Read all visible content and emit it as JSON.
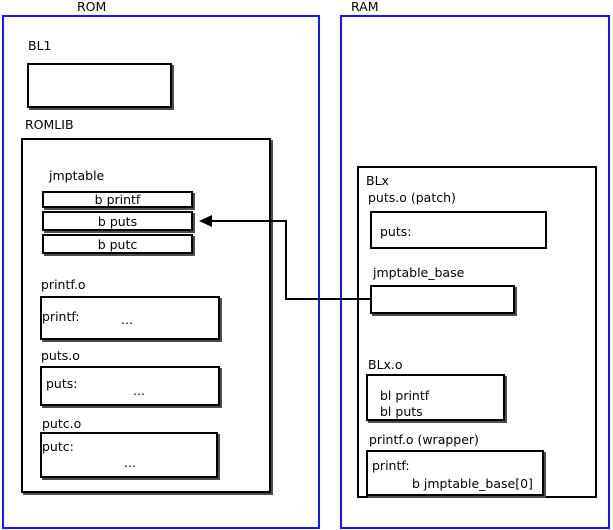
{
  "diagram": {
    "title_rom": "ROM",
    "title_ram": "RAM",
    "colors": {
      "region_border": "#1414ff",
      "box_border": "#000000",
      "text": "#000000",
      "background": "#ffffff"
    }
  },
  "rom": {
    "label": "ROM",
    "bl1": {
      "label": "BL1",
      "body": ""
    },
    "romlib": {
      "label": "ROMLIB",
      "jmptable": {
        "label": "jmptable",
        "entries": [
          "b printf",
          "b puts",
          "b putc"
        ]
      },
      "objects": [
        {
          "label": "printf.o",
          "symbol": "printf:",
          "body": "..."
        },
        {
          "label": "puts.o",
          "symbol": "puts:",
          "body": "..."
        },
        {
          "label": "putc.o",
          "symbol": "putc:",
          "body": "..."
        }
      ]
    }
  },
  "ram": {
    "label": "RAM",
    "blx": {
      "label": "BLx",
      "puts_patch": {
        "label": "puts.o (patch)",
        "symbol": "puts:"
      },
      "jmptable_base": {
        "label": "jmptable_base",
        "body": ""
      },
      "blx_o": {
        "label": "BLx.o",
        "line1": "bl printf",
        "line2": "bl puts"
      },
      "printf_wrapper": {
        "label": "printf.o (wrapper)",
        "symbol": "printf:",
        "instruction": "b jmptable_base[0]"
      }
    }
  },
  "connector": {
    "name": "jmptable-base-to-b-puts-arrow",
    "from": "jmptable_base",
    "to": "b puts"
  }
}
